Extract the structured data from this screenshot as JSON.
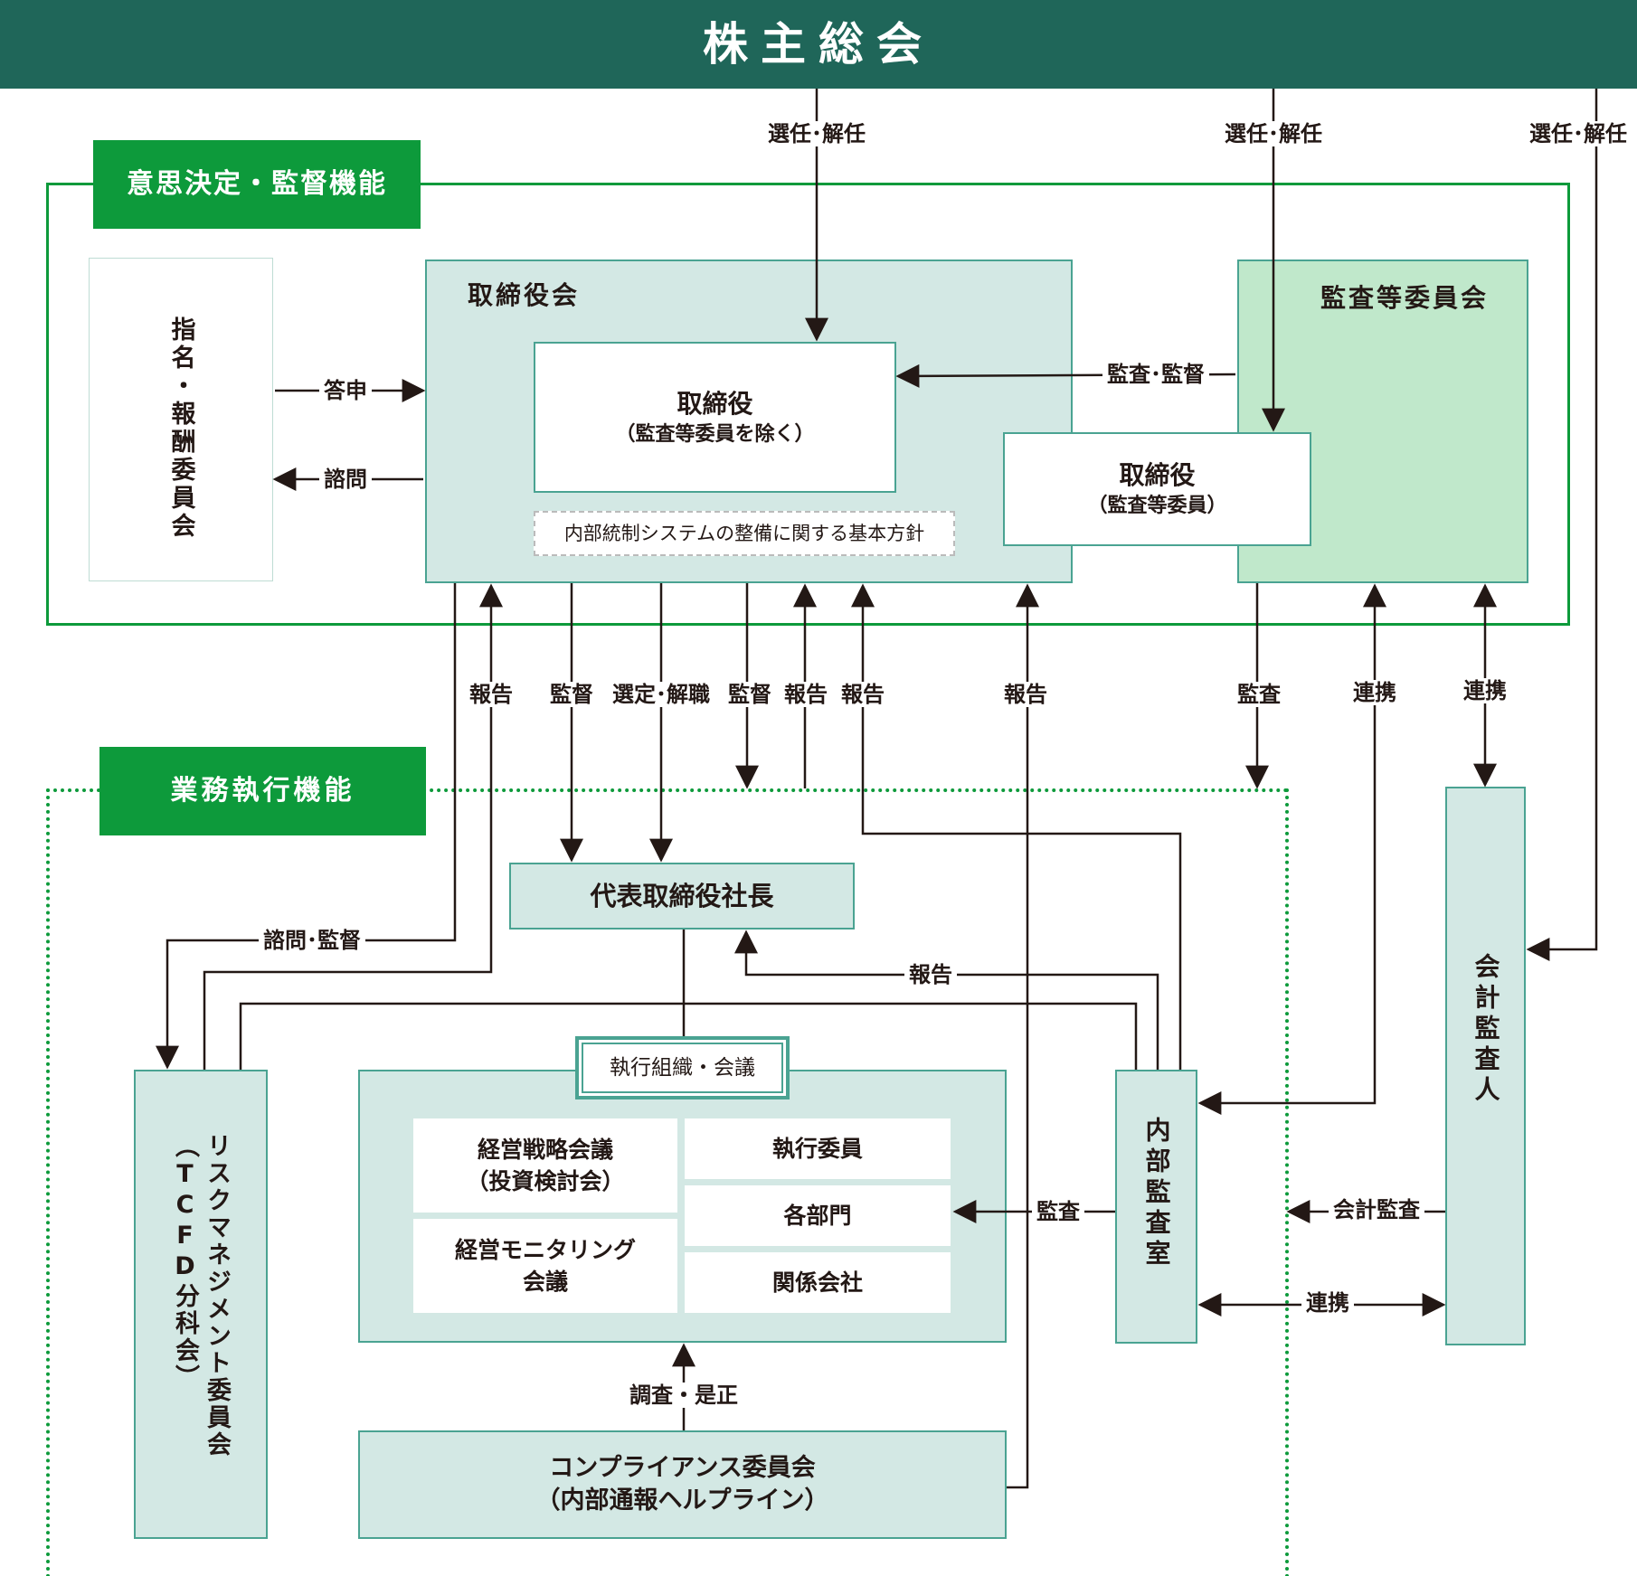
{
  "colors": {
    "banner": "#1f6659",
    "section_green": "#0d9a3b",
    "box_teal": "#d3e8e4",
    "box_teal_border": "#4aa392",
    "audit_committee_fill": "#c0e8cb",
    "line": "#231815"
  },
  "banner": {
    "title": "株主総会"
  },
  "sections": {
    "decision": "意思決定・監督機能",
    "execution": "業務執行機能"
  },
  "boxes": {
    "nomination": "指名・報酬委員会",
    "board": "取締役会",
    "directors_title": "取締役",
    "directors_sub": "（監査等委員を除く）",
    "policy": "内部統制システムの整備に関する基本方針",
    "audit_committee": "監査等委員会",
    "audit_director_title": "取締役",
    "audit_director_sub": "（監査等委員）",
    "president": "代表取締役社長",
    "exec_org": "執行組織・会議",
    "strategy_line1": "経営戦略会議",
    "strategy_line2": "（投資検討会）",
    "monitoring_line1": "経営モニタリング",
    "monitoring_line2": "会議",
    "exec_officers": "執行委員",
    "departments": "各部門",
    "affiliates": "関係会社",
    "compliance_line1": "コンプライアンス委員会",
    "compliance_line2": "（内部通報ヘルプライン）",
    "risk": "リスクマネジメント委員会",
    "risk_sub": "（TCFD分科会）",
    "internal_audit": "内部監査室",
    "accounting_auditor": "会計監査人"
  },
  "labels": {
    "elect1": "選任･解任",
    "elect2": "選任･解任",
    "elect3": "選任･解任",
    "report_answer": "答申",
    "consult": "諮問",
    "audit_supervise": "監査･監督",
    "report_a": "報告",
    "supervise_a": "監督",
    "appoint_dismiss": "選定･解職",
    "supervise_b": "監督",
    "report_b": "報告",
    "report_c": "報告",
    "report_d": "報告",
    "audit_a": "監査",
    "cooperate_a": "連携",
    "cooperate_b": "連携",
    "consult_supervise": "諮問･監督",
    "report_e": "報告",
    "audit_b": "監査",
    "accounting_audit": "会計監査",
    "cooperate_c": "連携",
    "investigate_correct": "調査・是正"
  }
}
